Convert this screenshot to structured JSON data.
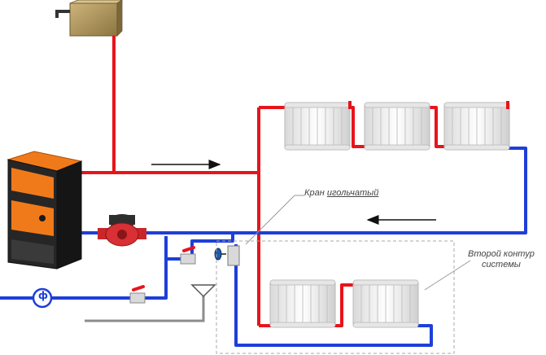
{
  "labels": {
    "needle_valve": {
      "word1": "Кран",
      "word2": "игольчатый"
    },
    "second_circuit": {
      "line1": "Второй контур",
      "line2": "системы"
    },
    "flow_meter_symbol": "ф"
  },
  "colors": {
    "supply_pipe": "#e8141b",
    "return_pipe": "#1e3fd8",
    "drain_pipe": "#8c8c8c",
    "boiler_body": "#262626",
    "boiler_accent": "#f07a1a",
    "expansion_tank": "#b59a5a",
    "pump": "#c8262a",
    "radiator": "#f1f1f1",
    "leader_line": "#9a9a9a"
  },
  "radiator_groups": {
    "upper_count": 3,
    "lower_count": 2,
    "sections_per_radiator": 8
  }
}
